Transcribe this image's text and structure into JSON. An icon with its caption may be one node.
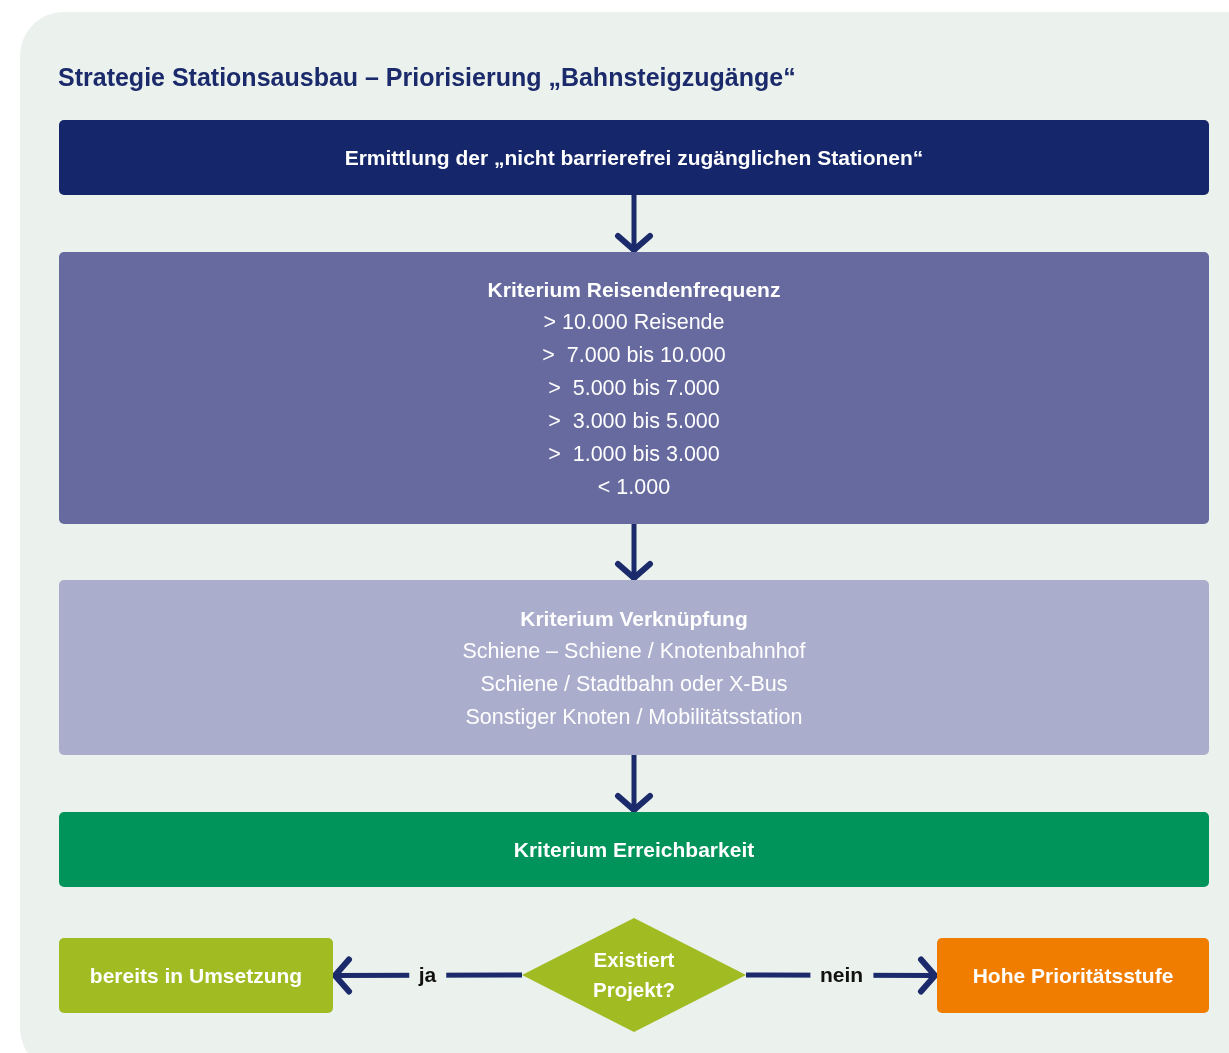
{
  "diagram": {
    "title": "Strategie Stationsausbau – Priorisierung „Bahnsteigzugänge“",
    "nodes": [
      {
        "text": [
          "Ermittlung der „nicht barrierefrei zugänglichen Stationen“"
        ]
      },
      {
        "text": [
          "Kriterium Reisendenfrequenz",
          "> 10.000 Reisende",
          ">  7.000 bis 10.000",
          ">  5.000 bis 7.000",
          ">  3.000 bis 5.000",
          ">  1.000 bis 3.000",
          "< 1.000"
        ]
      },
      {
        "text": [
          "Kriterium Verknüpfung",
          "Schiene – Schiene / Knotenbahnhof",
          "Schiene / Stadtbahn oder X-Bus",
          "Sonstiger Knoten / Mobilitätsstation"
        ]
      },
      {
        "text": [
          "Kriterium Erreichbarkeit"
        ]
      },
      {
        "text": [
          "bereits in Umsetzung"
        ]
      },
      {
        "text": [
          "Existiert Projekt?"
        ]
      },
      {
        "text": [
          "Hohe Prioritätsstufe"
        ]
      }
    ],
    "edges": [
      {
        "from": 0,
        "to": 1,
        "arrow": "to"
      },
      {
        "from": 1,
        "to": 2,
        "arrow": "to"
      },
      {
        "from": 2,
        "to": 3,
        "arrow": "to"
      },
      {
        "from": 5,
        "to": 4,
        "arrow": "to",
        "label": "ja"
      },
      {
        "from": 5,
        "to": 6,
        "arrow": "to",
        "label": "nein"
      }
    ]
  }
}
